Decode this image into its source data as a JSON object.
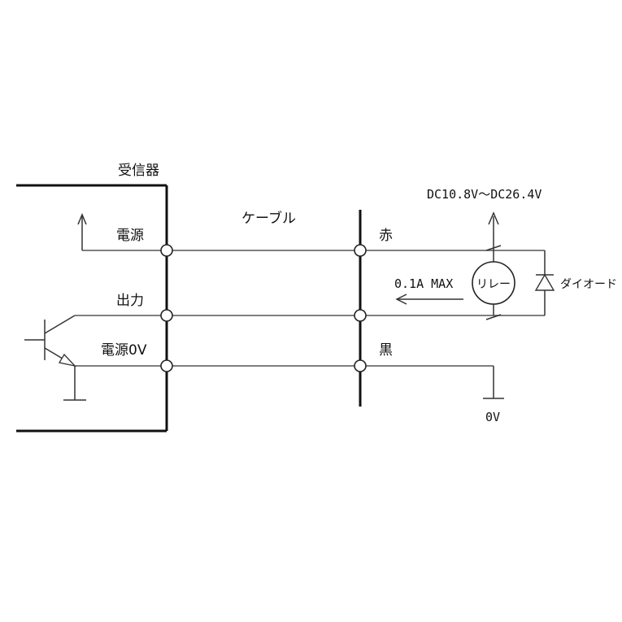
{
  "labels": {
    "receiver": "受信器",
    "cable": "ケーブル",
    "power": "電源",
    "output": "出力",
    "power_0v": "電源0V",
    "red": "赤",
    "black": "黒",
    "supply_voltage": "DC10.8V～DC26.4V",
    "current": "0.1A MAX",
    "relay": "リレー",
    "diode": "ダイオード",
    "ground_0v": "0V"
  },
  "colors": {
    "line": "#111111",
    "wire": "#555555",
    "background": "#ffffff"
  }
}
